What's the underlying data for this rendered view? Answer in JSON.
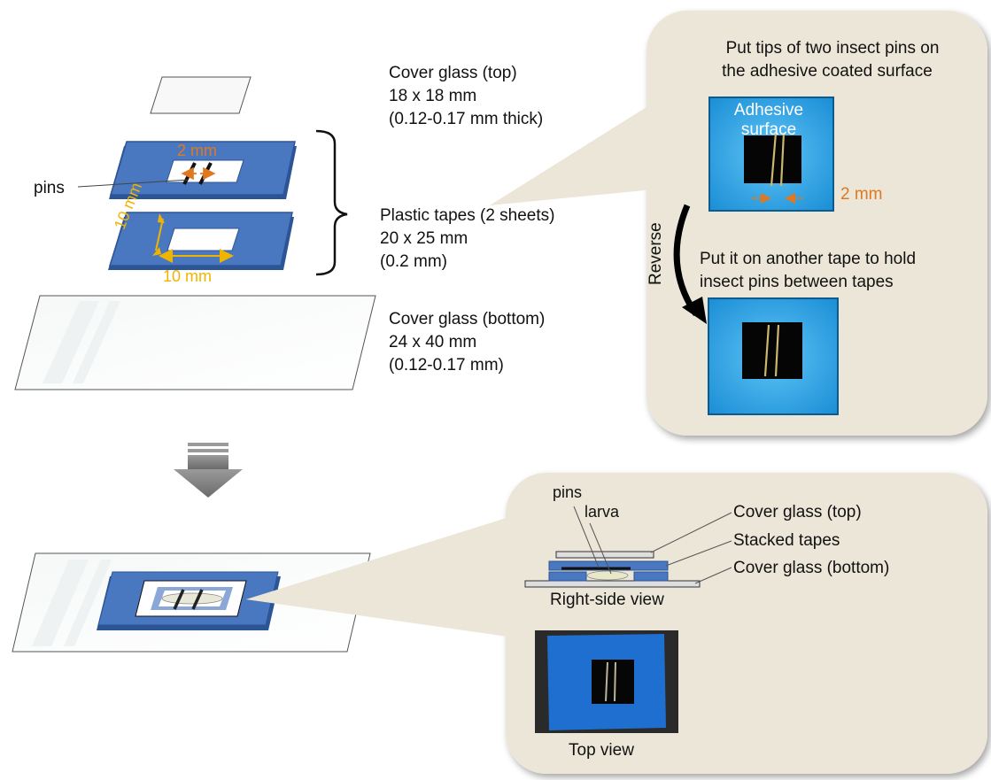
{
  "labels": {
    "cover_top": [
      "Cover glass (top)",
      "18 x 18 mm",
      "(0.12-0.17 mm thick)"
    ],
    "tapes": [
      "Plastic tapes (2 sheets)",
      "20 x 25 mm",
      "(0.2 mm)"
    ],
    "cover_bottom": [
      "Cover glass (bottom)",
      "24 x 40 mm",
      "(0.12-0.17 mm)"
    ],
    "pins": "pins",
    "dim_2mm_tape": "2 mm",
    "dim_10mm_h": "10 mm",
    "dim_10mm_v": "10 mm"
  },
  "callout_top": {
    "title": [
      "Put tips of two insect pins on",
      "the adhesive coated surface"
    ],
    "adhesive": [
      "Adhesive",
      "surface"
    ],
    "dim_2mm": "2 mm",
    "reverse": "Reverse",
    "step2": [
      "Put it on another tape to hold",
      "insect pins between tapes"
    ]
  },
  "callout_bottom": {
    "pins": "pins",
    "larva": "larva",
    "cover_top": "Cover glass (top)",
    "stacked": "Stacked tapes",
    "cover_bottom": "Cover glass (bottom)",
    "right_view": "Right-side view",
    "top_view": "Top view"
  },
  "colors": {
    "tape_blue": "#4a78c0",
    "tape_edge": "#2c5596",
    "dim_orange": "#e07820",
    "dim_yellow": "#f0b400",
    "callout_bg": "#ebe6d8",
    "photo_blue": "#1e9ee0"
  }
}
